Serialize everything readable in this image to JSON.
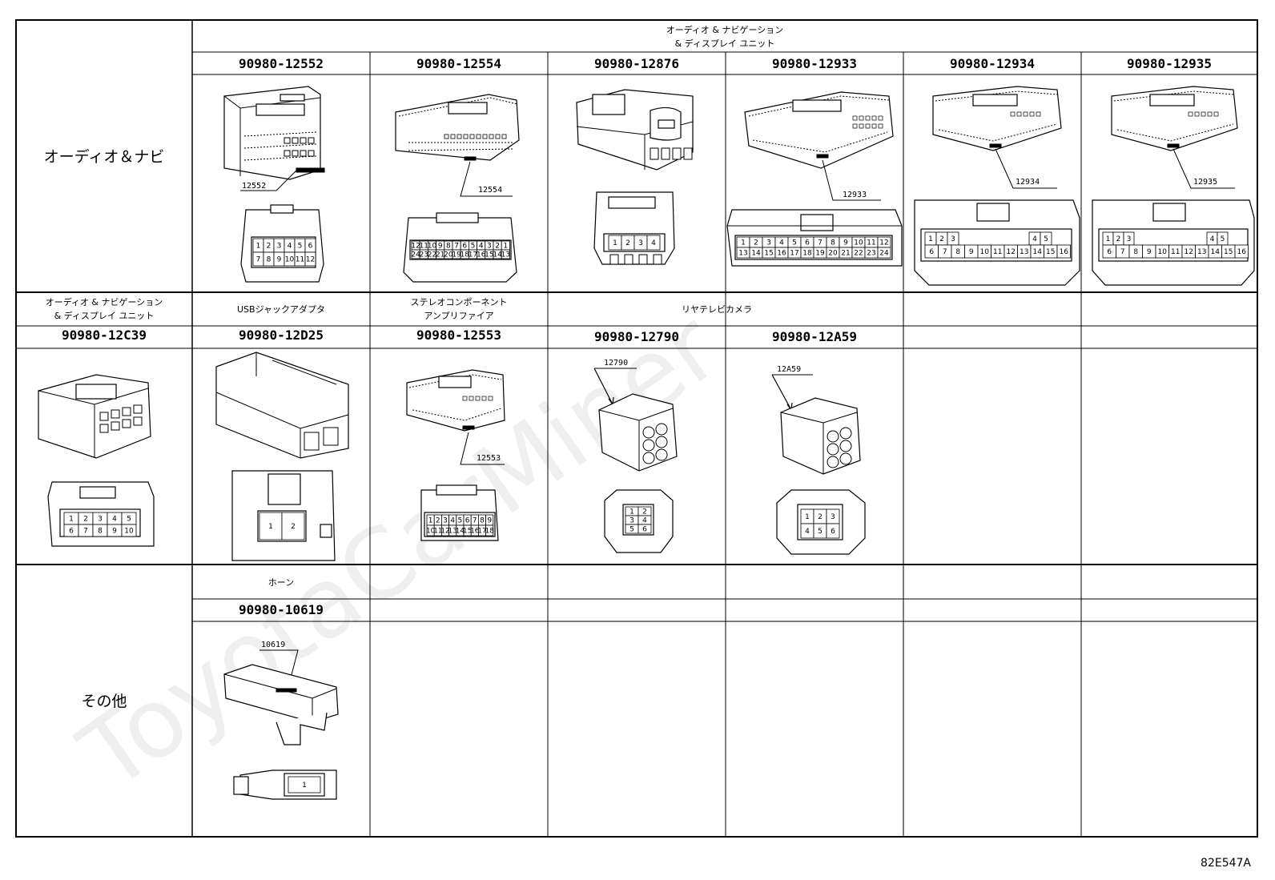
{
  "categories": {
    "audio_navi": "オーディオ＆ナビ",
    "others": "その他"
  },
  "row1": {
    "system": [
      "オーディオ & ナビゲーション",
      "& ディスプレイ ユニット"
    ],
    "parts": [
      {
        "pn": "90980-12552",
        "label": "12552",
        "pins": [
          "1",
          "2",
          "3",
          "4",
          "5",
          "6",
          "7",
          "8",
          "9",
          "10",
          "11",
          "12"
        ]
      },
      {
        "pn": "90980-12554",
        "label": "12554",
        "pins": [
          "12",
          "11",
          "10",
          "9",
          "8",
          "7",
          "6",
          "5",
          "4",
          "3",
          "2",
          "1",
          "24",
          "23",
          "22",
          "21",
          "20",
          "19",
          "18",
          "17",
          "16",
          "15",
          "14",
          "13"
        ]
      },
      {
        "pn": "90980-12876",
        "label": "",
        "pins": [
          "1",
          "2",
          "3",
          "4"
        ]
      },
      {
        "pn": "90980-12933",
        "label": "12933",
        "pins": [
          "1",
          "2",
          "3",
          "4",
          "5",
          "6",
          "7",
          "8",
          "9",
          "10",
          "11",
          "12",
          "13",
          "14",
          "15",
          "16",
          "17",
          "18",
          "19",
          "20",
          "21",
          "22",
          "23",
          "24"
        ]
      },
      {
        "pn": "90980-12934",
        "label": "12934",
        "pins": [
          "1",
          "2",
          "3",
          "4",
          "5",
          "6",
          "7",
          "8",
          "9",
          "10",
          "11",
          "12",
          "13",
          "14",
          "15",
          "16"
        ]
      },
      {
        "pn": "90980-12935",
        "label": "12935",
        "pins": [
          "1",
          "2",
          "3",
          "4",
          "5",
          "6",
          "7",
          "8",
          "9",
          "10",
          "11",
          "12",
          "13",
          "14",
          "15",
          "16"
        ]
      }
    ]
  },
  "row2": {
    "systems": {
      "c1": [
        "オーディオ & ナビゲーション",
        "& ディスプレイ ユニット"
      ],
      "c2": [
        "USBジャックアダプタ"
      ],
      "c3": [
        "ステレオコンポーネント",
        "アンプリファイア"
      ],
      "c45": [
        "リヤテレビカメラ"
      ]
    },
    "parts": [
      {
        "pn": "90980-12C39",
        "label": "",
        "pins": [
          "1",
          "2",
          "3",
          "4",
          "5",
          "6",
          "7",
          "8",
          "9",
          "10"
        ]
      },
      {
        "pn": "90980-12D25",
        "label": "",
        "pins": [
          "1",
          "2"
        ]
      },
      {
        "pn": "90980-12553",
        "label": "12553",
        "pins": [
          "1",
          "2",
          "3",
          "4",
          "5",
          "6",
          "7",
          "8",
          "9",
          "10",
          "11",
          "12",
          "13",
          "14",
          "15",
          "16",
          "17",
          "18"
        ]
      },
      {
        "pn": "90980-12790",
        "label": "12790",
        "pins": [
          "1",
          "2",
          "3",
          "4",
          "5",
          "6"
        ]
      },
      {
        "pn": "90980-12A59",
        "label": "12A59",
        "pins": [
          "1",
          "2",
          "3",
          "4",
          "5",
          "6"
        ]
      }
    ]
  },
  "row3": {
    "system": "ホーン",
    "part": {
      "pn": "90980-10619",
      "label": "10619",
      "pins": [
        "1"
      ]
    }
  },
  "watermark": "ToyotaCarMiner",
  "figure_code": "82E547A"
}
